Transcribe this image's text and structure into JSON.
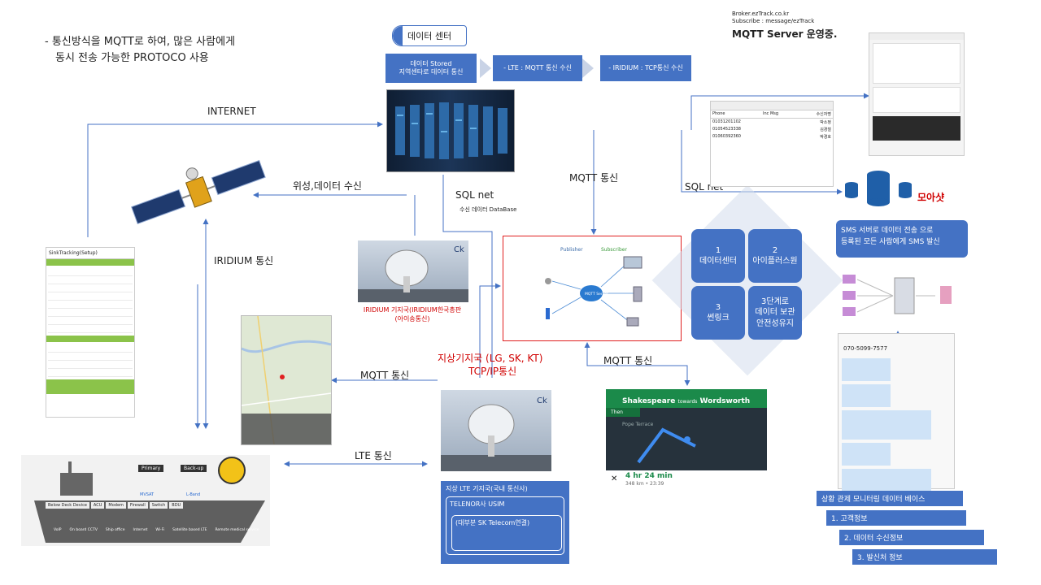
{
  "notes": {
    "protocol_line1": "- 통신방식을 MQTT로 하여, 많은 사람에게",
    "protocol_line2": "동시 전송 가능한 PROTOCO 사용",
    "broker_line1": "Broker.ezTrack.co.kr",
    "broker_line2": "Subscribe : message/ezTrack",
    "broker_line3": "MQTT Server 운영중."
  },
  "datacenter": {
    "title": "데이터 센터",
    "stored_line1": "데이터 Stored",
    "stored_line2": "지역센타로 데이터 통신",
    "lte_mqtt": "- LTE : MQTT 통신 수신",
    "iridium_tcp": "- IRIDIUM : TCP통신 수신"
  },
  "labels": {
    "internet": "INTERNET",
    "satellite_receive": "위성,데이터 수신",
    "sql_net_1": "SQL net",
    "sql_net_2": "SQL net",
    "receive_db": "수신 데이터 DataBase",
    "mqtt_comm_1": "MQTT 통신",
    "mqtt_comm_2": "MQTT 통신",
    "mqtt_comm_3": "MQTT 통신",
    "iridium_comm": "IRIDIUM 통신",
    "lte_comm": "LTE 통신",
    "iridium_station_line1": "IRIDIUM 기지국(IRIDIUM한국총판",
    "iridium_station_line2": "(아이송통신)",
    "ground_station_line1": "지상기지국 (LG, SK, KT)",
    "ground_station_line2": "TCP/IP통신",
    "moasyat": "모아샷"
  },
  "sms": {
    "line1": "SMS 서버로 데이터 전송 으로",
    "line2": "등록된 모든 사람에게 SMS 발신",
    "phone_number": "070-5099-7577"
  },
  "quad": {
    "q1_num": "1",
    "q1_text": "데이터센터",
    "q2_num": "2",
    "q2_text": "아이플러스원",
    "q3_num": "3",
    "q3_text": "썬링크",
    "q4_line1": "3단계로",
    "q4_line2": "데이터 보관",
    "q4_line3": "안전성유지"
  },
  "lte_station": {
    "title": "지상 LTE 기지국(국내 통신사)",
    "usim": "TELENOR사 USIM",
    "sk_link": "(대부분 SK Telecom연결)"
  },
  "monitoring": {
    "title": "상황 관제 모니터링 데이터 베이스",
    "item1": "1. 고객정보",
    "item2": "2. 데이터 수신정보",
    "item3": "3. 발신처 정보"
  },
  "navigation": {
    "street": "Shakespeare",
    "towards": "towards",
    "destination": "Wordsworth",
    "then": "Then",
    "side_street": "Pope Terrace",
    "eta": "4 hr 24 min",
    "distance": "348 km • 23:39"
  },
  "ship": {
    "primary": "Primary",
    "backup": "Back-up",
    "vsat": "MVSAT",
    "lband": "L-Band",
    "devices": [
      "Below Deck Device",
      "ACU",
      "Modem",
      "Firewall",
      "Switch",
      "BDU"
    ],
    "services": [
      "VoIP",
      "On board CCTV",
      "Ship office",
      "Internet",
      "Wi-Fi",
      "Satellite based LTE",
      "Remote medical service"
    ]
  },
  "mqtt_diagram": {
    "publisher": "Publisher",
    "subscriber": "Subscriber",
    "server": "MQTT Server"
  },
  "app": {
    "title": "SinkTracking(Setup)"
  },
  "sms_table": {
    "headers": [
      "Phone",
      "Inc Msg",
      "수신자명"
    ],
    "rows": [
      [
        "01031201102",
        "박소정"
      ],
      [
        "01054523338",
        "김경철"
      ],
      [
        "01060392360",
        "박경호"
      ]
    ]
  }
}
